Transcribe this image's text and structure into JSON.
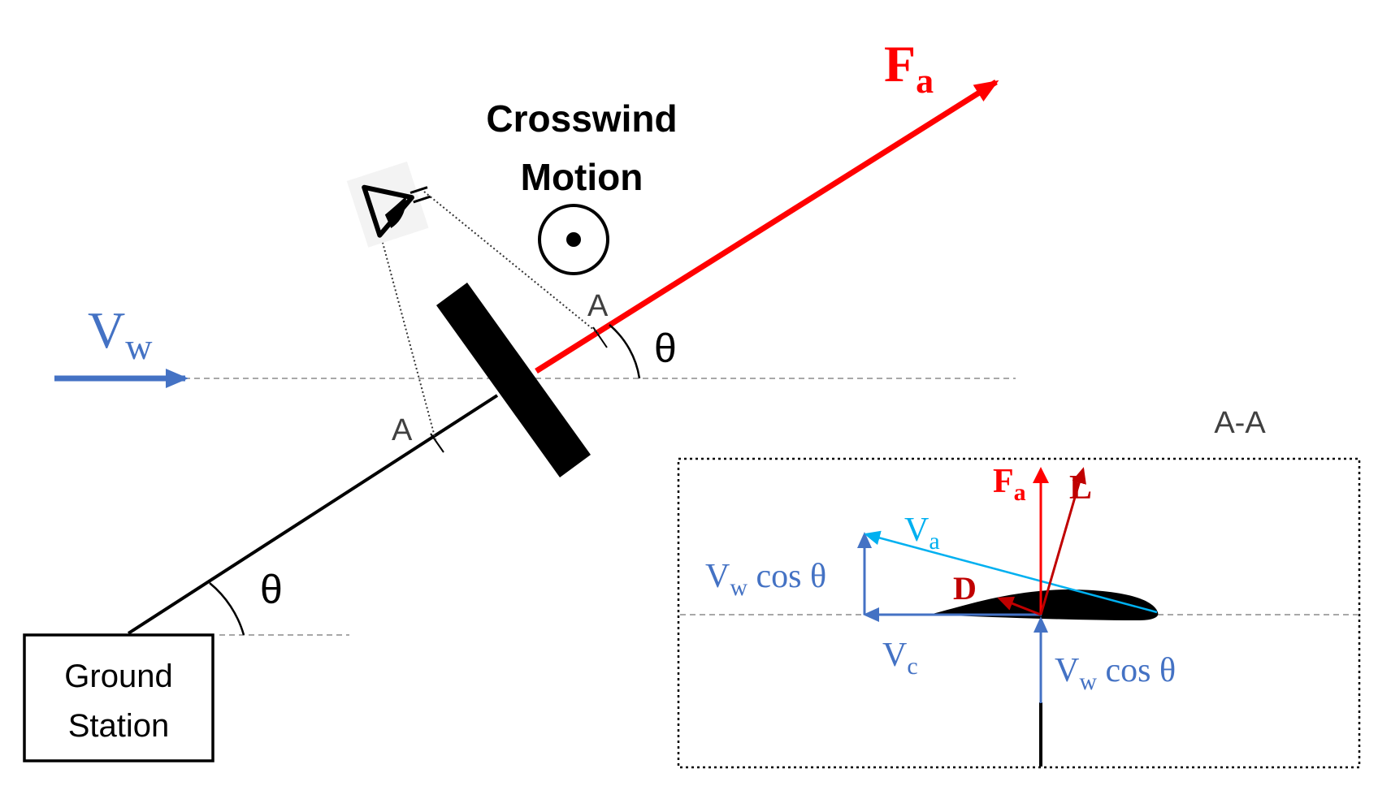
{
  "labels": {
    "fa_main": {
      "base": "F",
      "sub": "a"
    },
    "crosswind_line1": "Crosswind",
    "crosswind_line2": "Motion",
    "vw": {
      "base": "V",
      "sub": "w"
    },
    "theta_upper": "θ",
    "theta_lower": "θ",
    "section_mark_upper": "A",
    "section_mark_lower": "A",
    "ground_station_line1": "Ground",
    "ground_station_line2": "Station",
    "section_title": "A-A",
    "inset": {
      "fa": {
        "base": "F",
        "sub": "a"
      },
      "lift": "L",
      "drag": "D",
      "va": {
        "base": "V",
        "sub": "a"
      },
      "vw_cos_left": {
        "base": "V",
        "sub": "w",
        "tail": " cos θ"
      },
      "vw_cos_bottom": {
        "base": "V",
        "sub": "w",
        "tail": " cos θ"
      },
      "vc": {
        "base": "V",
        "sub": "c"
      }
    }
  },
  "colors": {
    "force_red": "#ff0000",
    "dark_red": "#c00000",
    "wind_blue": "#4472c4",
    "light_blue": "#00b0f0",
    "black": "#000000",
    "guide_gray": "#8c8c8c"
  }
}
